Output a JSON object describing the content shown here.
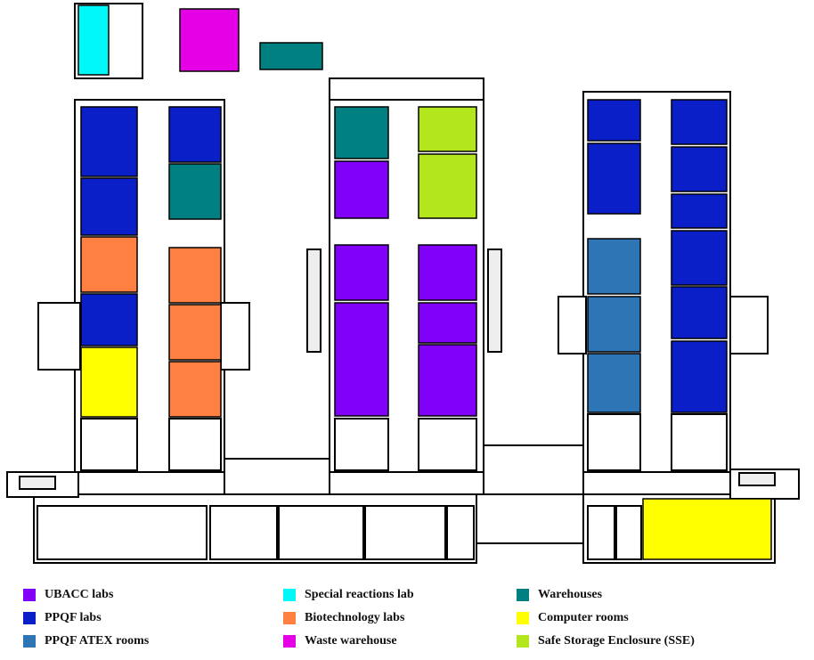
{
  "colors": {
    "ubacc": "#8000f8",
    "ppqf": "#0a1fc8",
    "atex": "#2e75b6",
    "special": "#00f8f8",
    "biotech": "#ff8040",
    "waste": "#e600e6",
    "warehouse": "#008080",
    "computer": "#ffff00",
    "sse": "#b4e61e"
  },
  "legend": [
    {
      "key": "ubacc",
      "label": "UBACC labs"
    },
    {
      "key": "ppqf",
      "label": "PPQF labs"
    },
    {
      "key": "atex",
      "label": "PPQF ATEX rooms"
    },
    {
      "key": "special",
      "label": "Special reactions lab"
    },
    {
      "key": "biotech",
      "label": "Biotechnology labs"
    },
    {
      "key": "waste",
      "label": "Waste warehouse"
    },
    {
      "key": "warehouse",
      "label": "Warehouses"
    },
    {
      "key": "computer",
      "label": "Computer rooms"
    },
    {
      "key": "sse",
      "label": "Safe Storage Enclosure (SSE)"
    }
  ]
}
